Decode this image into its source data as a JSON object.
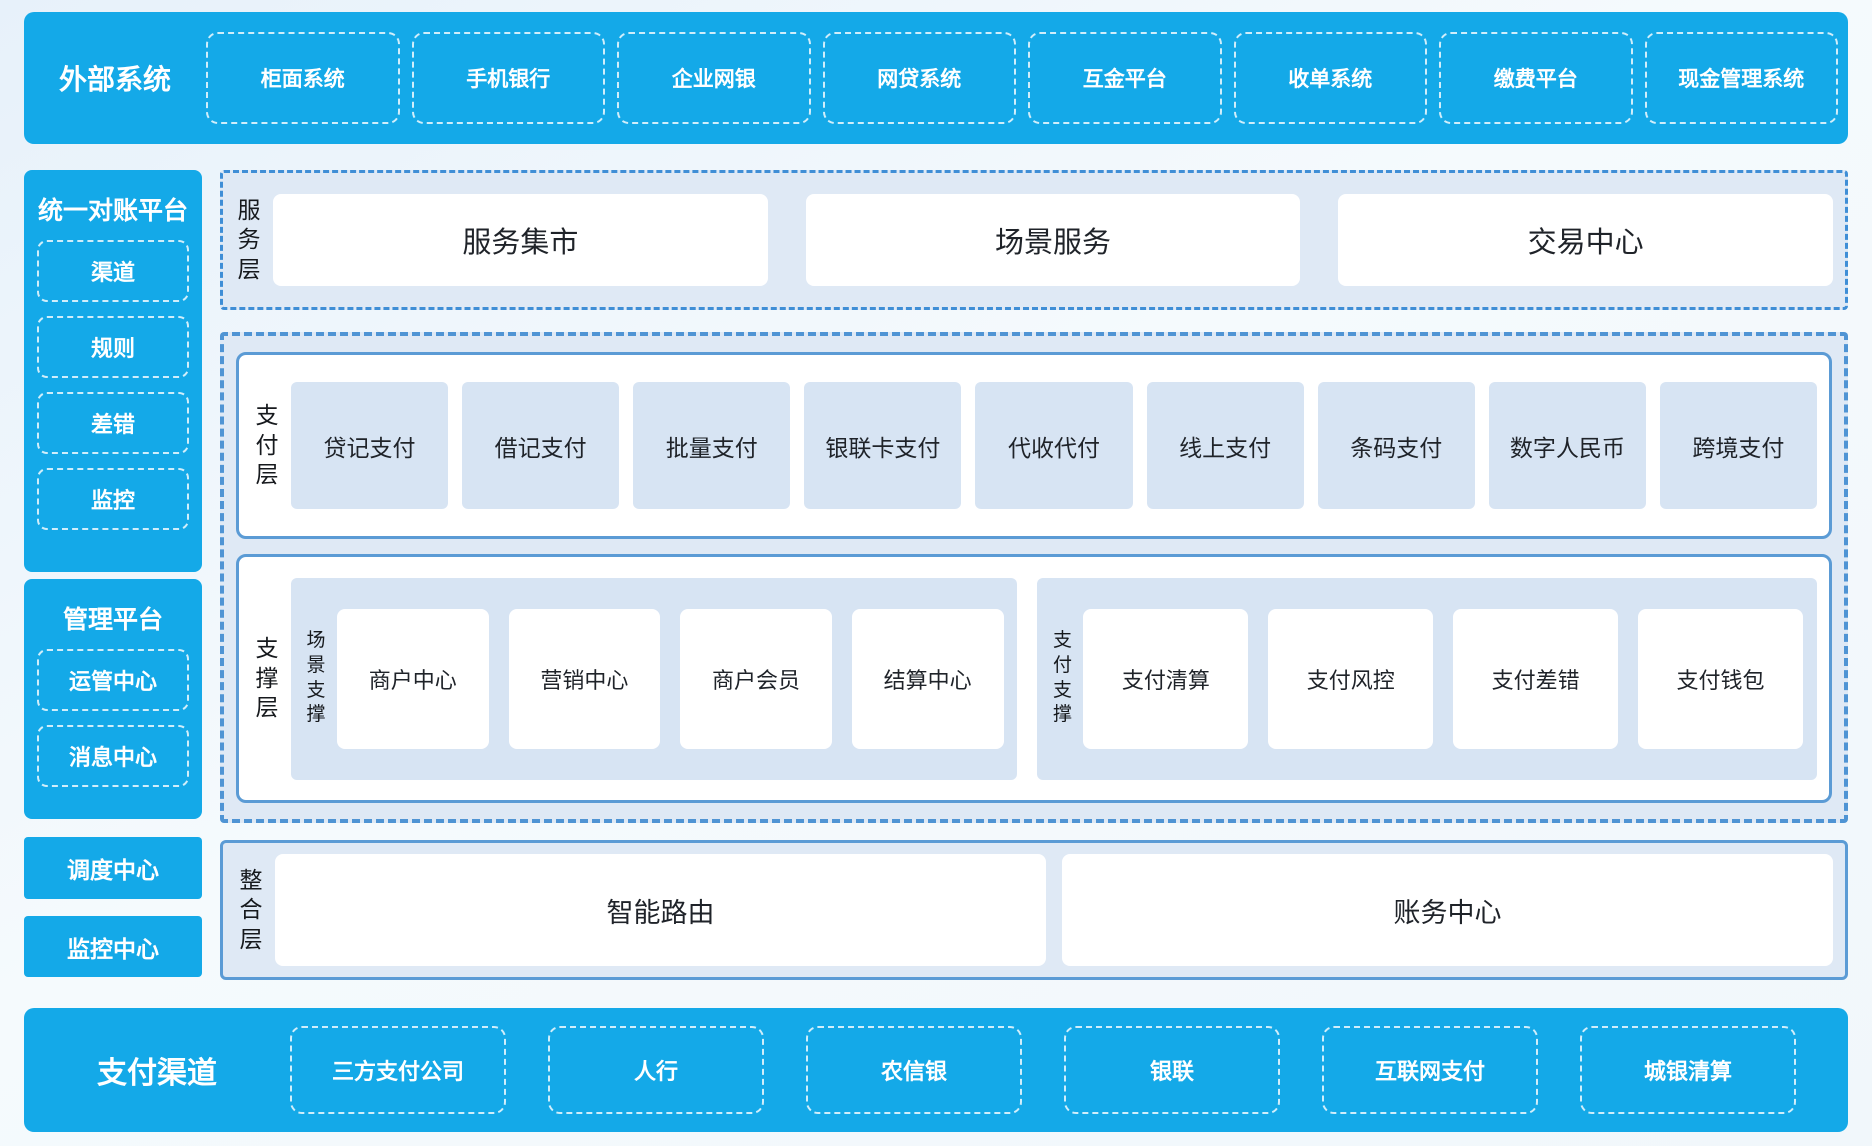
{
  "colors": {
    "accent_blue": "#14a9e8",
    "panel_light_blue": "#dfe9f5",
    "inner_box_blue": "#d7e4f3",
    "solid_border_blue": "#5b9bd5",
    "dashed_border_blue": "#4f94d4",
    "white": "#ffffff",
    "text_dark": "#1f2329"
  },
  "top_bar": {
    "label": "外部系统",
    "items": [
      "柜面系统",
      "手机银行",
      "企业网银",
      "网贷系统",
      "互金平台",
      "收单系统",
      "缴费平台",
      "现金管理系统"
    ]
  },
  "sidebar": {
    "panels": [
      {
        "title": "统一对账平台",
        "items": [
          "渠道",
          "规则",
          "差错",
          "监控"
        ]
      },
      {
        "title": "管理平台",
        "items": [
          "运管中心",
          "消息中心"
        ]
      }
    ],
    "solo_boxes": [
      "调度中心",
      "监控中心"
    ]
  },
  "layers": {
    "service": {
      "label": "服务层",
      "items": [
        "服务集市",
        "场景服务",
        "交易中心"
      ]
    },
    "payment": {
      "label": "支付层",
      "items": [
        "贷记支付",
        "借记支付",
        "批量支付",
        "银联卡支付",
        "代收代付",
        "线上支付",
        "条码支付",
        "数字人民币",
        "跨境支付"
      ]
    },
    "support": {
      "label": "支撑层",
      "groups": [
        {
          "label": "场景支撑",
          "items": [
            "商户中心",
            "营销中心",
            "商户会员",
            "结算中心"
          ]
        },
        {
          "label": "支付支撑",
          "items": [
            "支付清算",
            "支付风控",
            "支付差错",
            "支付钱包"
          ]
        }
      ]
    },
    "integration": {
      "label": "整合层",
      "items": [
        "智能路由",
        "账务中心"
      ]
    }
  },
  "bottom_bar": {
    "label": "支付渠道",
    "items": [
      "三方支付公司",
      "人行",
      "农信银",
      "银联",
      "互联网支付",
      "城银清算"
    ]
  }
}
